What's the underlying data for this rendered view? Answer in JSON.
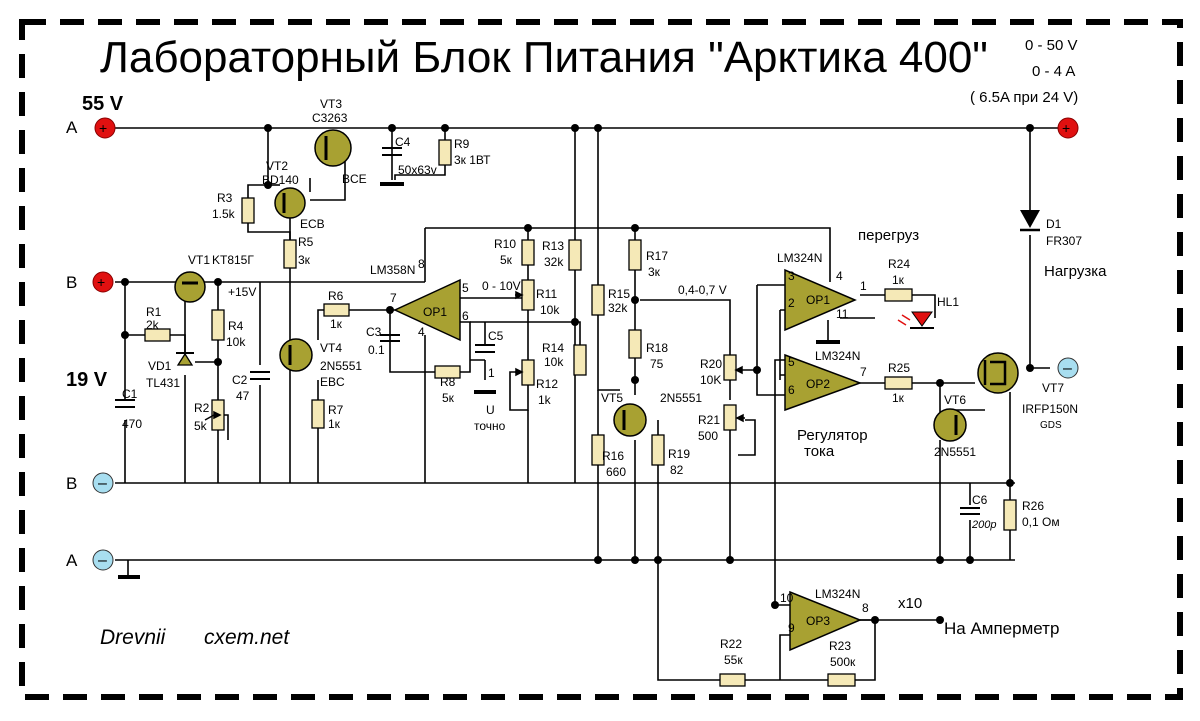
{
  "title": "Лабораторный Блок Питания \"Арктика 400\"",
  "spec": {
    "voltage": "0 - 50 V",
    "current": "0 - 4 A",
    "note": "( 6.5A при 24 V)"
  },
  "rails": {
    "v55": "55 V",
    "v19": "19 V",
    "A": "A",
    "B": "B",
    "p15": "+15V"
  },
  "transistors": {
    "vt1": "VT1",
    "vt1_type": "KT815Г",
    "vt2": "VT2",
    "vt2_type": "BD140",
    "vt2_pins": "ECB",
    "vt3": "VT3",
    "vt3_type": "C3263",
    "vt3_pins": "BCE",
    "vt4": "VT4",
    "vt4_type": "2N5551",
    "vt4_pins": "EBC",
    "vt5": "VT5",
    "vt5_type": "2N5551",
    "vt6": "VT6",
    "vt6_type": "2N5551",
    "vt7": "VT7",
    "vt7_type": "IRFP150N",
    "vt7_pins": "GDS"
  },
  "diodes": {
    "vd1": "VD1",
    "vd1_type": "TL431",
    "d1": "D1",
    "d1_type": "FR307",
    "hl1": "HL1"
  },
  "resistors": {
    "r1": "R1",
    "r1v": "2k",
    "r2": "R2",
    "r2v": "5k",
    "r3": "R3",
    "r3v": "1.5k",
    "r4": "R4",
    "r4v": "10k",
    "r5": "R5",
    "r5v": "3к",
    "r6": "R6",
    "r6v": "1к",
    "r7": "R7",
    "r7v": "1к",
    "r8": "R8",
    "r8v": "5к",
    "r9": "R9",
    "r9v": "3к 1ВТ",
    "r10": "R10",
    "r10v": "5к",
    "r11": "R11",
    "r11v": "10k",
    "r12": "R12",
    "r12v": "1k",
    "r13": "R13",
    "r13v": "32k",
    "r14": "R14",
    "r14v": "10k",
    "r15": "R15",
    "r15v": "32k",
    "r16": "R16",
    "r16v": "660",
    "r17": "R17",
    "r17v": "3к",
    "r18": "R18",
    "r18v": "75",
    "r19": "R19",
    "r19v": "82",
    "r20": "R20",
    "r20v": "10K",
    "r21": "R21",
    "r21v": "500",
    "r22": "R22",
    "r22v": "55к",
    "r23": "R23",
    "r23v": "500к",
    "r24": "R24",
    "r24v": "1к",
    "r25": "R25",
    "r25v": "1к",
    "r26": "R26",
    "r26v": "0,1 Ом"
  },
  "capacitors": {
    "c1": "C1",
    "c1v": "470",
    "c2": "C2",
    "c2v": "47",
    "c3": "C3",
    "c3v": "0.1",
    "c4": "C4",
    "c4v": "50x63v",
    "c5": "C5",
    "c5v": "1",
    "c6": "C6",
    "c6v": "200p"
  },
  "opamps": {
    "op1": "OP1",
    "op2": "OP2",
    "op3": "OP3",
    "op1u": "OP1",
    "lm358": "LM358N",
    "lm324": "LM324N",
    "p3": "3",
    "p2": "2",
    "p4": "4",
    "p1": "1",
    "p11": "11",
    "p5": "5",
    "p6": "6",
    "p7": "7",
    "p10": "10",
    "p9": "9",
    "p8": "8",
    "u5": "5",
    "u6": "6",
    "u7": "7",
    "u8": "8",
    "u4": "4",
    "u1": "1"
  },
  "labels": {
    "overload": "перегруз",
    "load": "Нагрузка",
    "current_reg": "Регулятор\nтока",
    "current_reg1": "Регулятор",
    "current_reg2": "тока",
    "range_u": "0 - 10V",
    "range_ref": "0,4-0,7 V",
    "u_fine1": "U",
    "u_fine2": "точно",
    "x10": "x10",
    "ammeter": "На Амперметр",
    "credit1": "Drevnii",
    "credit2": "cxem.net"
  },
  "colors": {
    "component_fill": "#a8a132",
    "resistor_fill": "#f5e9b7",
    "plus_terminal": "#e01010",
    "minus_terminal": "#a8def0"
  }
}
